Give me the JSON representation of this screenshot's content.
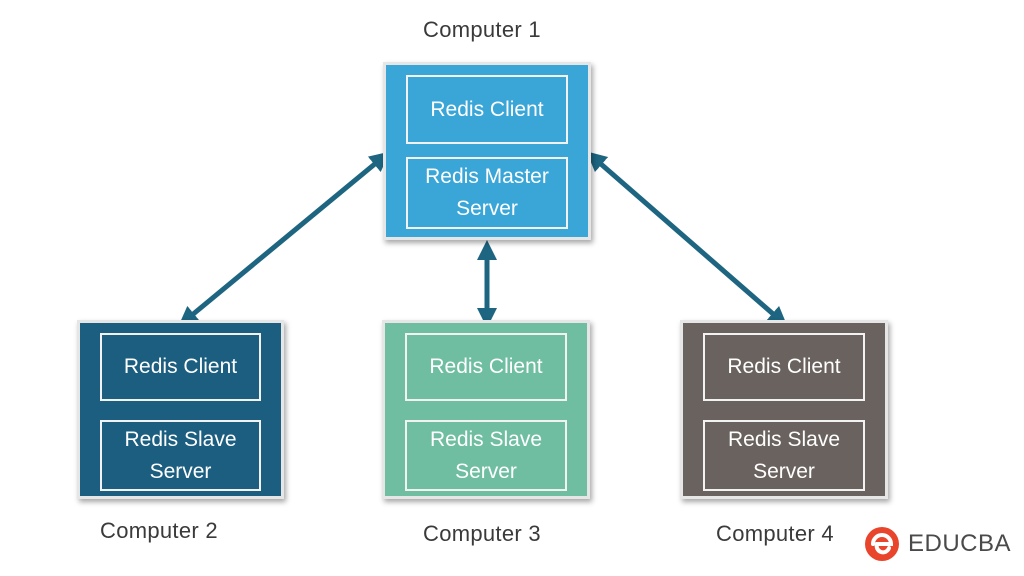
{
  "computers": [
    {
      "id": "computer-1",
      "label": "Computer 1",
      "color": "#3aa6d8",
      "components": [
        "Redis Client",
        "Redis Master\nServer"
      ]
    },
    {
      "id": "computer-2",
      "label": "Computer 2",
      "color": "#1b5e80",
      "components": [
        "Redis Client",
        "Redis Slave\nServer"
      ]
    },
    {
      "id": "computer-3",
      "label": "Computer 3",
      "color": "#6fbea2",
      "components": [
        "Redis Client",
        "Redis Slave\nServer"
      ]
    },
    {
      "id": "computer-4",
      "label": "Computer 4",
      "color": "#6a625f",
      "components": [
        "Redis Client",
        "Redis Slave\nServer"
      ]
    }
  ],
  "connections": [
    {
      "from": "computer-1",
      "to": "computer-2"
    },
    {
      "from": "computer-1",
      "to": "computer-3"
    },
    {
      "from": "computer-1",
      "to": "computer-4"
    }
  ],
  "arrow_color": "#1d6580",
  "logo": {
    "text": "EDUCBA",
    "icon": "educba-logo-icon",
    "icon_color": "#e8452c"
  }
}
